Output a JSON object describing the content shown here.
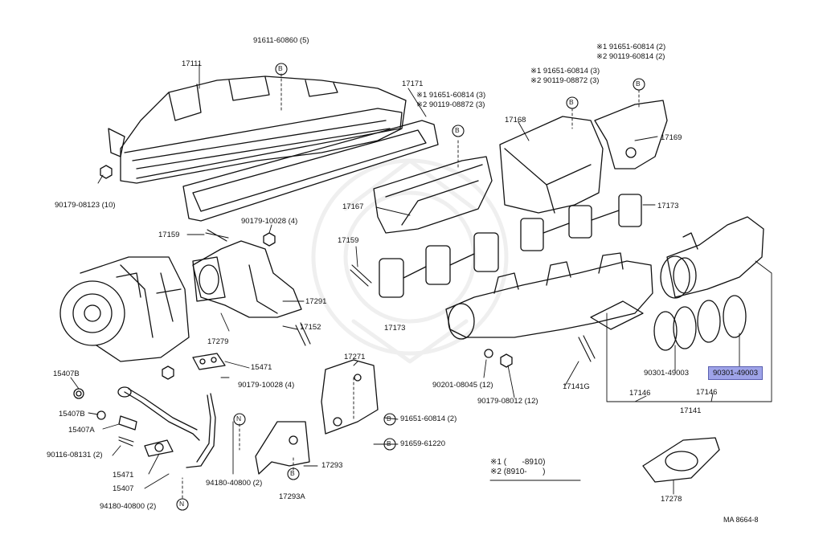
{
  "parts": {
    "p17111": "17111",
    "p91611": "91611-60860 (5)",
    "p17171": "17171",
    "p17171_n1": "※1 91651-60814 (3)",
    "p17171_n2": "※2 90119-08872 (3)",
    "p17168_n1": "※1 91651-60814 (3)",
    "p17168_n2": "※2 90119-08872 (3)",
    "p17169_n1": "※1 91651-60814 (2)",
    "p17169_n2": "※2 90119-60814 (2)",
    "p17168": "17168",
    "p17169": "17169",
    "p17167": "17167",
    "p17173a": "17173",
    "p17173b": "17173",
    "p90179_10": "90179-08123 (10)",
    "p90179_4": "90179-10028 (4)",
    "p17159a": "17159",
    "p17159b": "17159",
    "p17291": "17291",
    "p17152": "17152",
    "p17279": "17279",
    "p15471a": "15471",
    "p90179_4b": "90179-10028 (4)",
    "p17271": "17271",
    "p15407B": "15407B",
    "p15407Bb": "15407B",
    "p15407A": "15407A",
    "p90116": "90116-08131 (2)",
    "p15471b": "15471",
    "p15407": "15407",
    "p94180a": "94180-40800 (2)",
    "p94180b": "94180-40800 (2)",
    "p17293": "17293",
    "p17293A": "17293A",
    "p91651_2": "91651-60814 (2)",
    "p91659": "91659-61220",
    "p90201": "90201-08045 (12)",
    "p90179_12": "90179-08012 (12)",
    "p17141G": "17141G",
    "p90301a": "90301-49003",
    "p90301b": "90301-49003",
    "p17146a": "17146",
    "p17146b": "17146",
    "p17141": "17141",
    "p17278": "17278"
  },
  "refs": {
    "B": "B",
    "N": "N"
  },
  "notes": {
    "line1": "※1 (       -8910)",
    "line2": "※2 (8910-       )"
  },
  "catalog_id": "MA 8664-8",
  "colors": {
    "highlight": "#9ea3e8",
    "ink": "#111111"
  }
}
